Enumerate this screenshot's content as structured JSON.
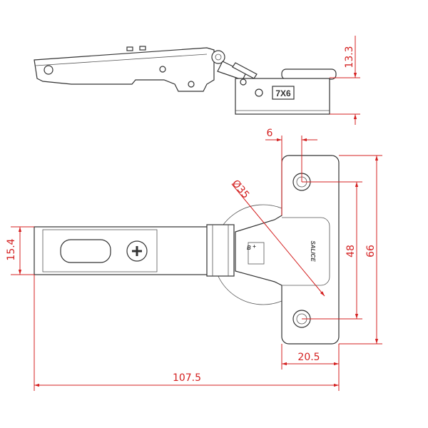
{
  "drawing": {
    "side_view": {
      "screw_label": "7X6"
    },
    "plan_view": {
      "brand": "SALICE",
      "cup_mark_letter": "B",
      "cup_mark_sign": "+"
    },
    "dimensions": {
      "cup_depth": "13.3",
      "hole_offset": "6",
      "cup_diameter": "Ø35",
      "arm_width": "15.4",
      "hole_spacing": "48",
      "plate_height": "66",
      "plate_depth": "20.5",
      "overall_length": "107.5"
    },
    "colors": {
      "dimension": "#d42020",
      "outline": "#333333"
    }
  }
}
